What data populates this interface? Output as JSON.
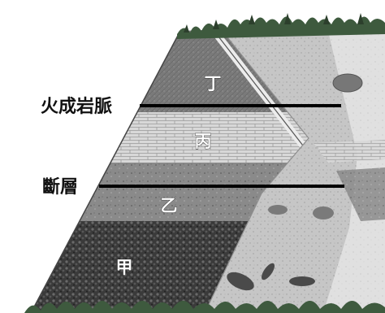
{
  "callouts": {
    "intrusion": "火成岩脈",
    "fault": "斷層"
  },
  "layers": {
    "a": "甲",
    "b": "乙",
    "c": "丙",
    "d": "丁"
  },
  "colors": {
    "layer_a": "#3b3b3b",
    "layer_b": "#8a8a8a",
    "layer_c": "#d6d6d6",
    "layer_d": "#7c7c7c",
    "dike": "#c4c4c4",
    "dike_inner": "#e2e2e2",
    "grass": "#2f4a2f",
    "pointer": "#000000"
  }
}
